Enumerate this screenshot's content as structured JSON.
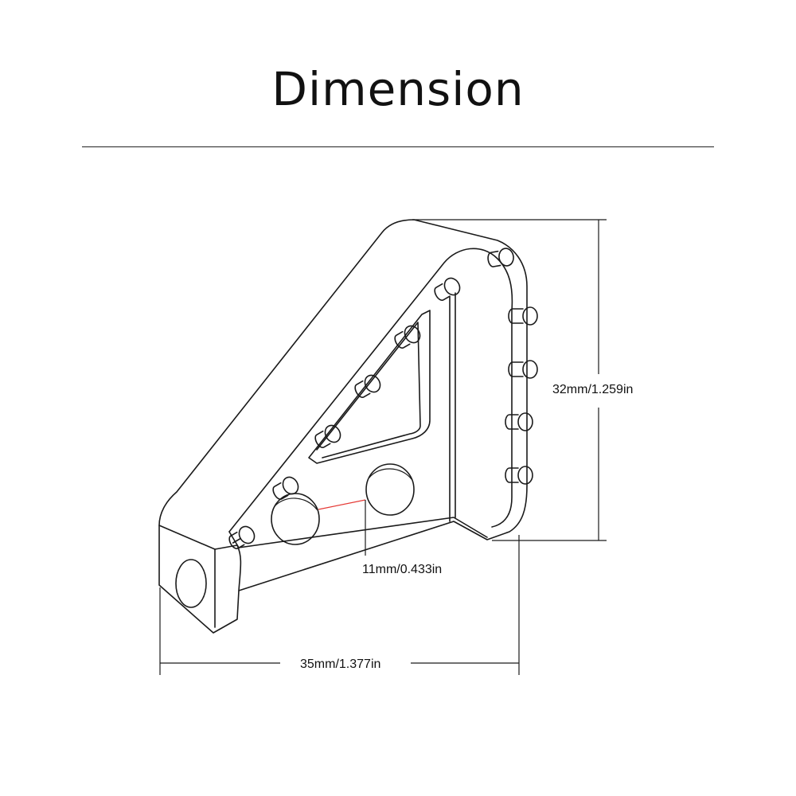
{
  "title": "Dimension",
  "dimensions": {
    "height_label": "32mm/1.259in",
    "hole_label": "11mm/0.433in",
    "width_label": "35mm/1.377in"
  },
  "colors": {
    "line": "#1a1a1a",
    "hole_leader": "#e53935",
    "background": "#ffffff"
  }
}
